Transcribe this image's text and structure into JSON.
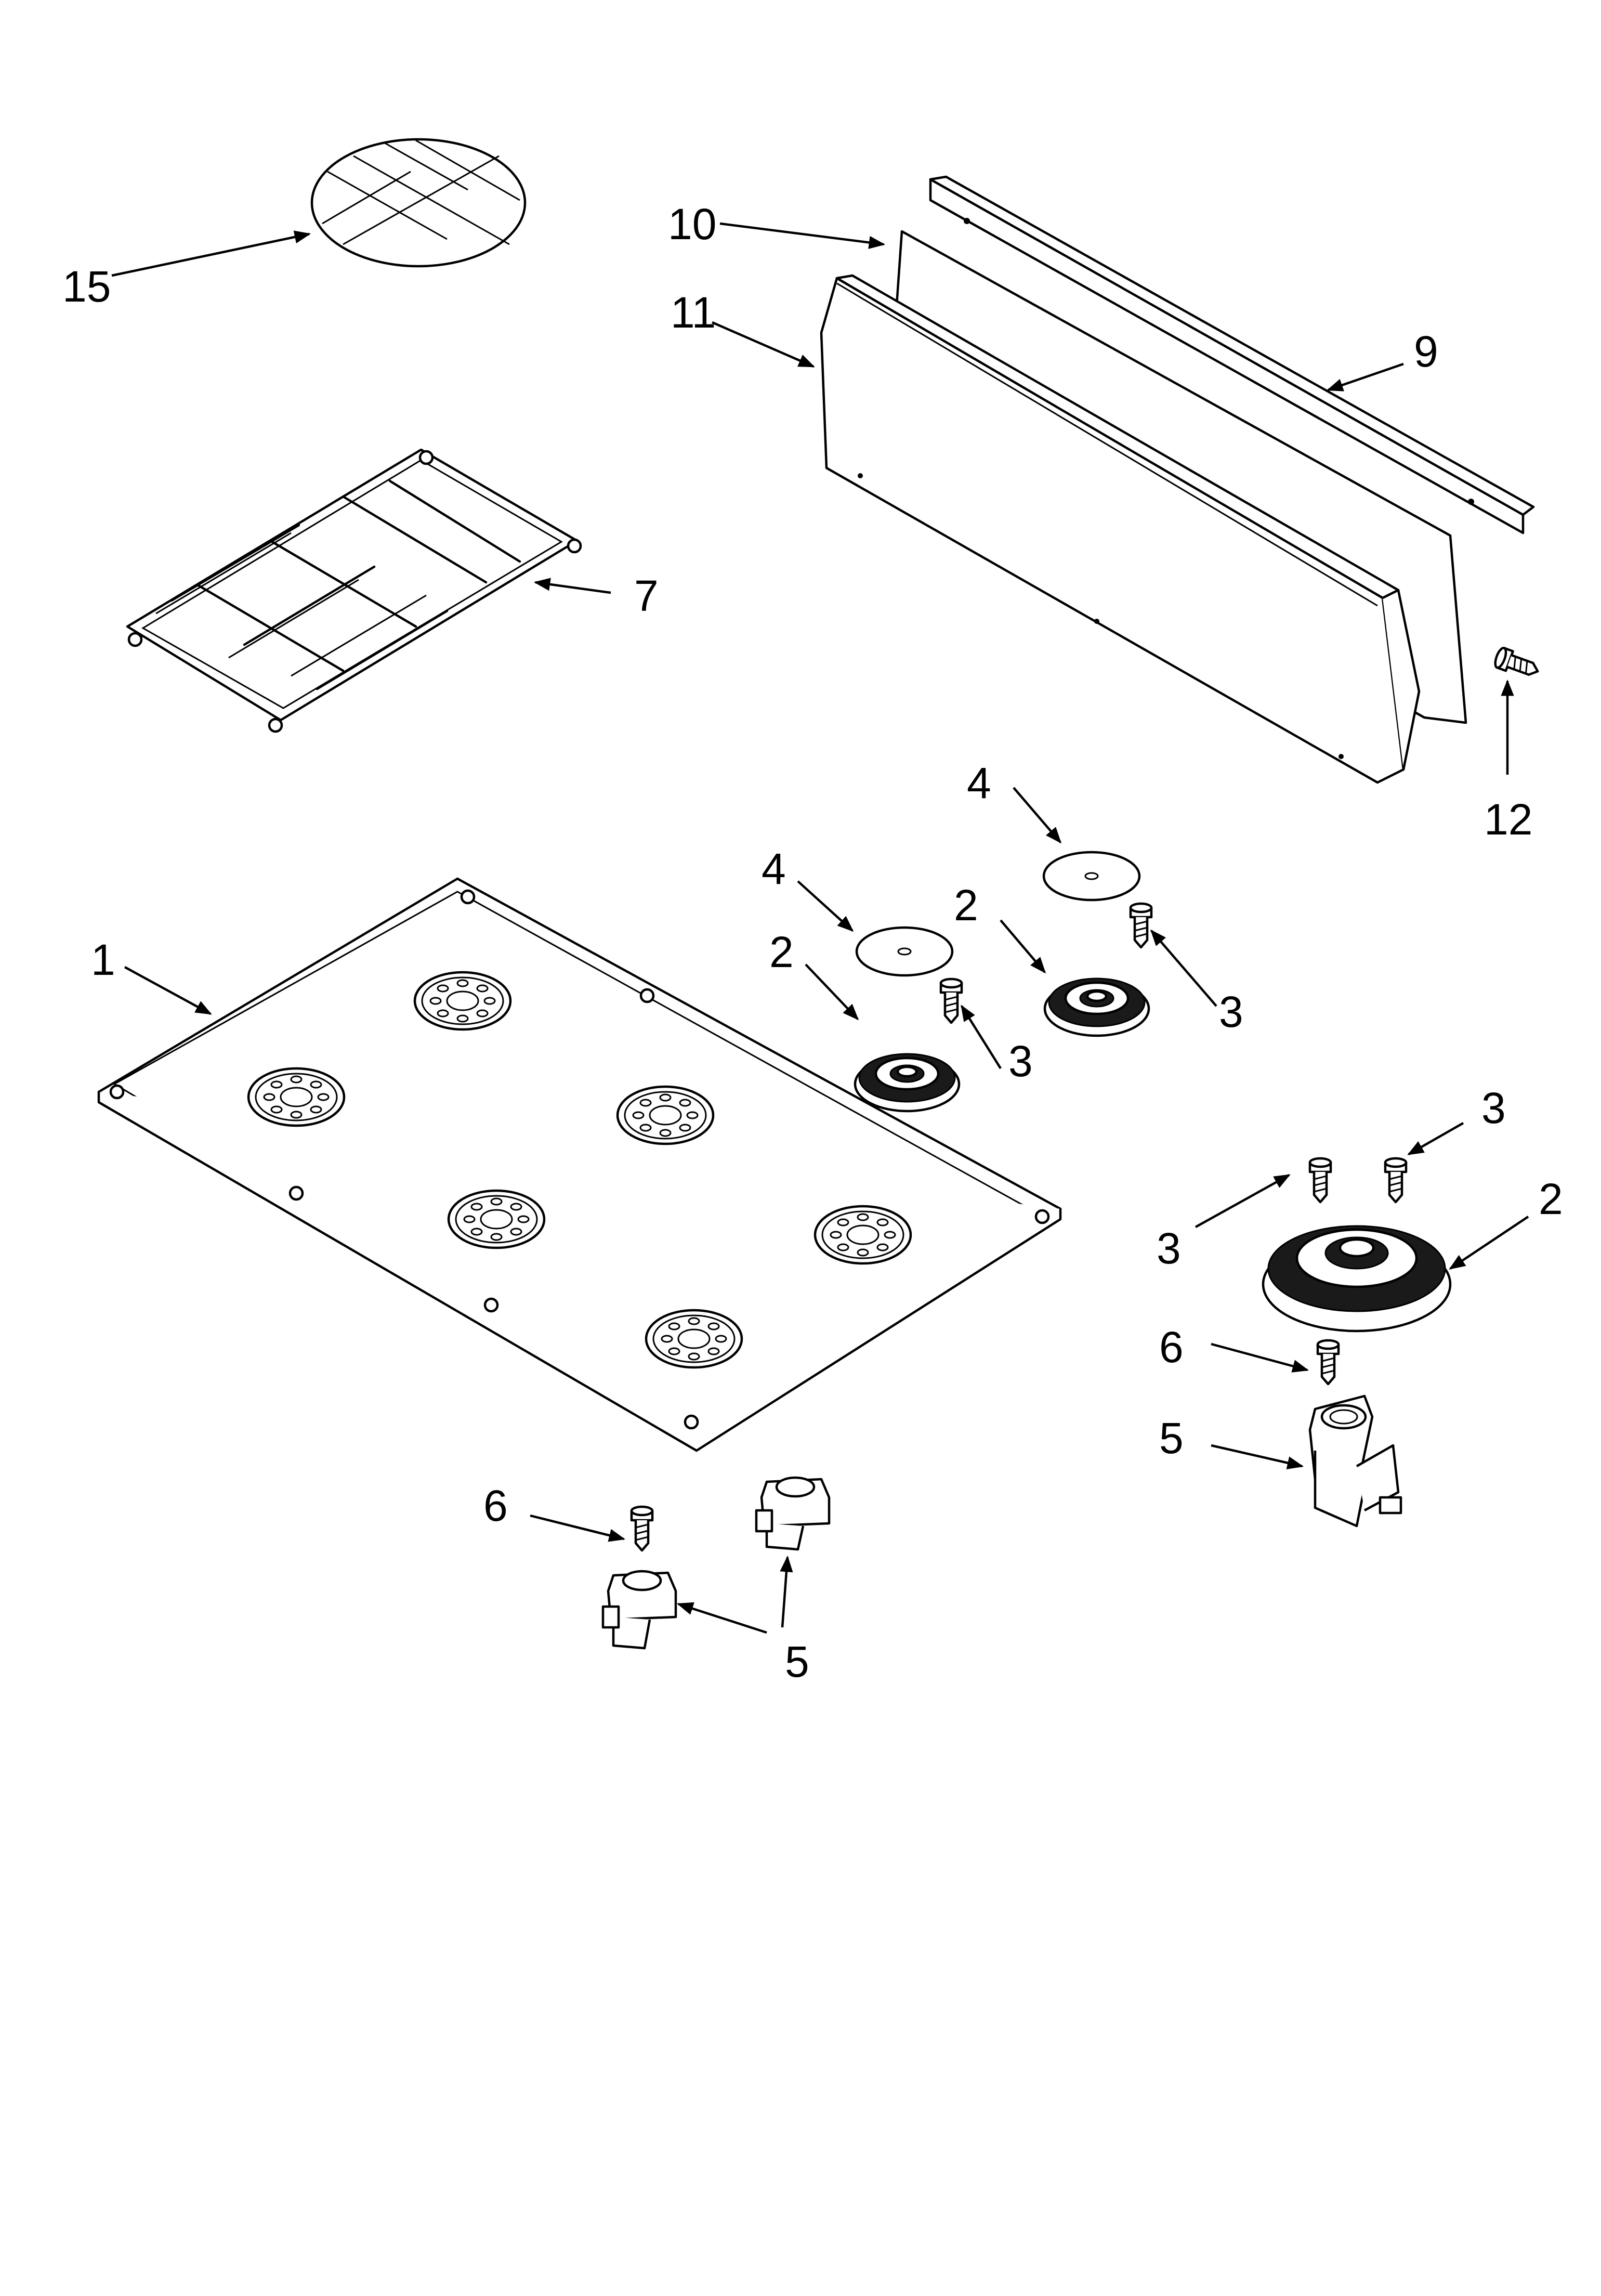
{
  "diagram": {
    "colors": {
      "ink": "#000000",
      "paper": "#ffffff"
    },
    "callouts": {
      "c15": "15",
      "c10": "10",
      "c11": "11",
      "c9": "9",
      "c7": "7",
      "c12": "12",
      "c4a": "4",
      "c4b": "4",
      "c2a": "2",
      "c2b": "2",
      "c2c": "2",
      "c1": "1",
      "c3a": "3",
      "c3b": "3",
      "c3c": "3",
      "c3d": "3",
      "c6a": "6",
      "c6b": "6",
      "c5a": "5",
      "c5b": "5"
    }
  }
}
